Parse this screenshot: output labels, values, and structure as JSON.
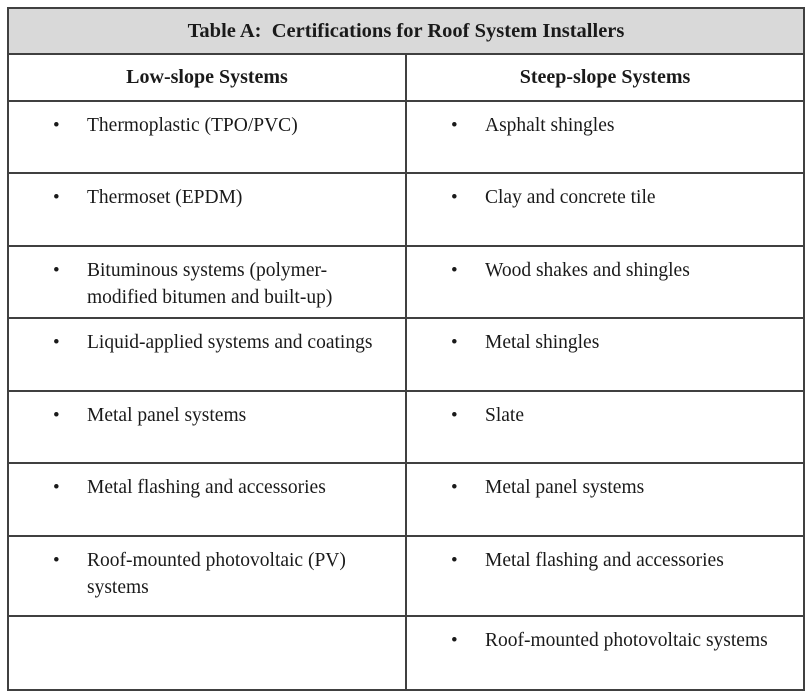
{
  "table": {
    "title": "Table A:  Certifications for Roof System Installers",
    "bullet": "•",
    "columns": [
      {
        "header": "Low-slope Systems",
        "items": [
          "Thermoplastic (TPO/PVC)",
          "Thermoset (EPDM)",
          "Bituminous systems (polymer-modified bitumen and built-up)",
          "Liquid-applied systems and coatings",
          "Metal panel systems",
          "Metal flashing and accessories",
          "Roof-mounted photovoltaic (PV) systems",
          ""
        ]
      },
      {
        "header": "Steep-slope Systems",
        "items": [
          "Asphalt shingles",
          "Clay and concrete tile",
          "Wood shakes and shingles",
          "Metal shingles",
          "Slate",
          "Metal panel systems",
          "Metal flashing and accessories",
          "Roof-mounted photovoltaic systems"
        ]
      }
    ],
    "colors": {
      "title_bg": "#d9d9d9",
      "border_outer": "#141414",
      "border_inner": "#404040",
      "text": "#1a1a1a"
    }
  }
}
